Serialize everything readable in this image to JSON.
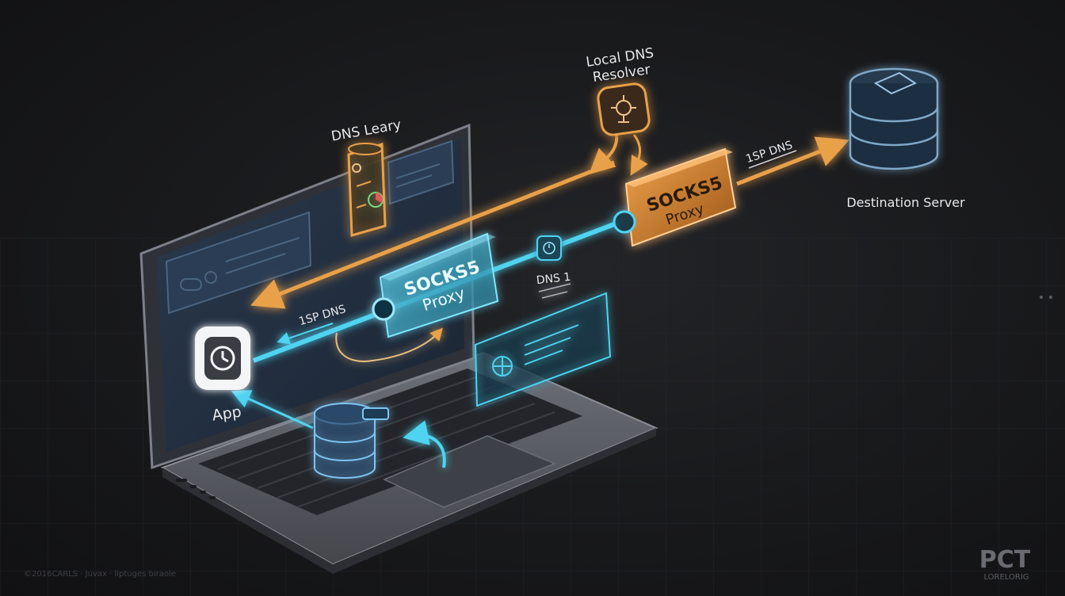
{
  "labels": {
    "local_dns_resolver": [
      "Local DNS",
      "Resolver"
    ],
    "dns_leary": "DNS Leary",
    "destination_server": "Destination Server",
    "isp_dns_top": "1SP DNS",
    "isp_dns_left": "1SP DNS",
    "dns_1": "DNS 1",
    "app": "App"
  },
  "proxies": {
    "orange": {
      "line1": "SOCKS5",
      "line2": "Proxy"
    },
    "blue": {
      "line1": "SOCKS5",
      "line2": "Proxy"
    }
  },
  "watermark": {
    "big": "PCT",
    "small": "LORELORIG"
  },
  "footer": "©2016CARLS · Juvax · liptuges biraole",
  "colors": {
    "background": "#17181a",
    "orange_accent": "#e8a04a",
    "blue_accent": "#4fd3f0",
    "laptop_body": "#5c5f66",
    "label_text": "#e8e8ea"
  },
  "icons": [
    "gear-resolver-icon",
    "database-server-icon",
    "clock-app-icon",
    "pie-chart-icon",
    "database-icon",
    "return-arrow-icon"
  ]
}
